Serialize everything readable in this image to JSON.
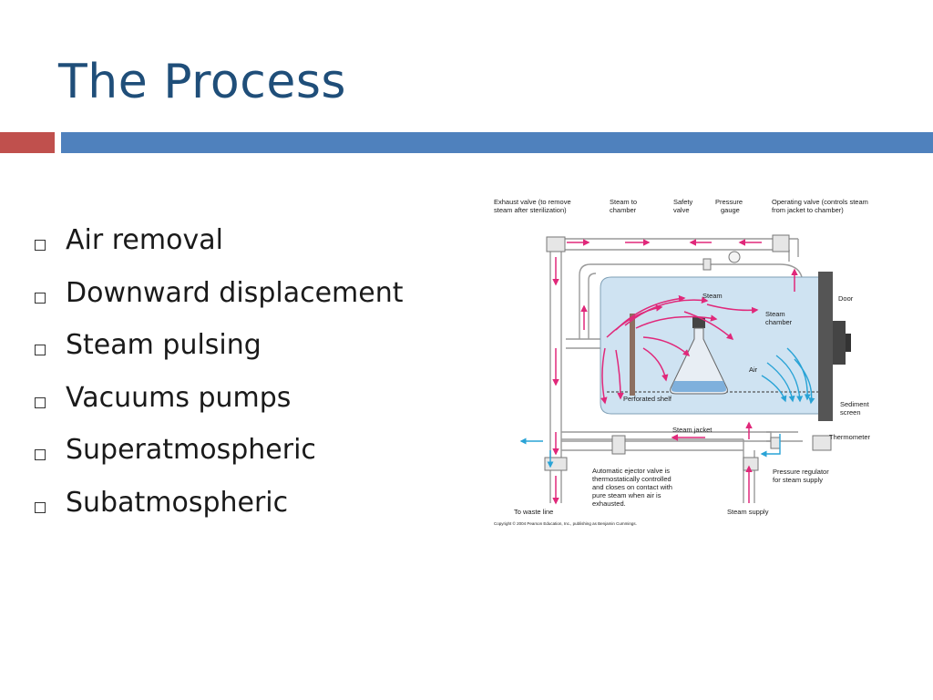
{
  "slide": {
    "title": "The Process",
    "bullets": [
      "Air removal",
      "Downward displacement",
      "Steam pulsing",
      "Vacuums pumps",
      "Superatmospheric",
      "Subatmospheric"
    ]
  },
  "diagram": {
    "labels": {
      "exhaust_valve_1": "Exhaust valve (to remove",
      "exhaust_valve_2": "steam after sterilization)",
      "steam_to_1": "Steam to",
      "steam_to_2": "chamber",
      "safety_1": "Safety",
      "safety_2": "valve",
      "pressure_1": "Pressure",
      "pressure_2": "gauge",
      "operating_1": "Operating valve (controls steam",
      "operating_2": "from jacket to chamber)",
      "door": "Door",
      "steam": "Steam",
      "steam_chamber_1": "Steam",
      "steam_chamber_2": "chamber",
      "air": "Air",
      "perforated_shelf": "Perforated shelf",
      "sediment_1": "Sediment",
      "sediment_2": "screen",
      "steam_jacket": "Steam jacket",
      "thermometer": "Thermometer",
      "ejector_1": "Automatic ejector valve is",
      "ejector_2": "thermostatically controlled",
      "ejector_3": "and closes on contact with",
      "ejector_4": "pure steam when air is",
      "ejector_5": "exhausted.",
      "regulator_1": "Pressure regulator",
      "regulator_2": "for steam supply",
      "waste_line": "To waste line",
      "steam_supply": "Steam supply",
      "copyright": "Copyright © 2004 Pearson Education, Inc., publishing as Benjamin Cummings."
    },
    "colors": {
      "steam": "#e0287a",
      "air": "#29a3d6",
      "chamber": "#cfe3f2",
      "pipe": "#9a9a9a",
      "door": "#555555"
    }
  }
}
